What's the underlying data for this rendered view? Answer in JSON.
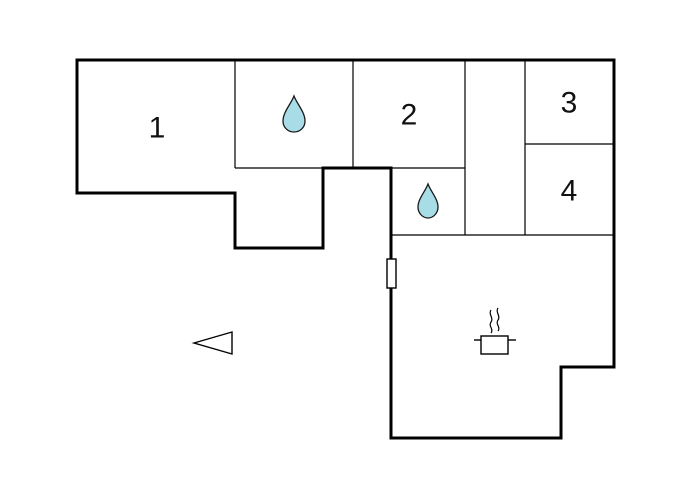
{
  "floorplan": {
    "rooms": [
      {
        "id": "room-1",
        "label": "1"
      },
      {
        "id": "room-2",
        "label": "2"
      },
      {
        "id": "room-3",
        "label": "3"
      },
      {
        "id": "room-4",
        "label": "4"
      }
    ],
    "icons": [
      {
        "name": "bathroom-water-drop-icon"
      },
      {
        "name": "bathroom-water-drop-icon"
      },
      {
        "name": "kitchen-pot-icon"
      },
      {
        "name": "north-direction-arrow-icon"
      },
      {
        "name": "door-icon"
      }
    ],
    "colors": {
      "wall": "#000000",
      "water_drop_fill": "#a8dde8",
      "background": "#ffffff"
    }
  }
}
